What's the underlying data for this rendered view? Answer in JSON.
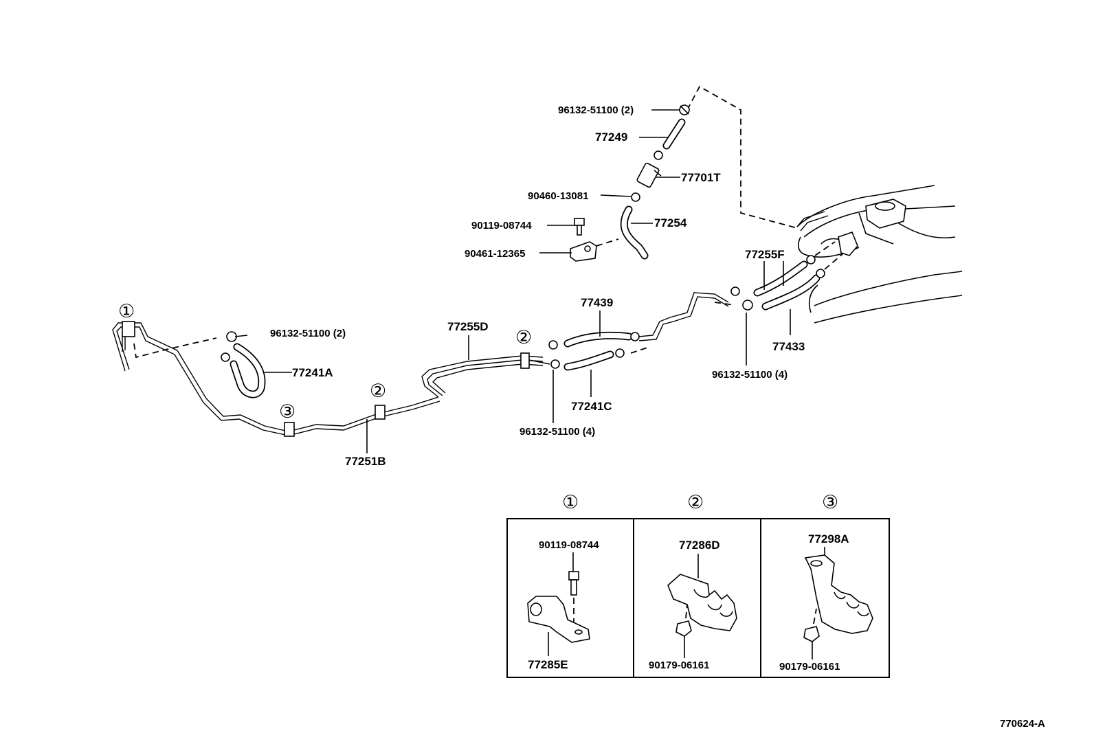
{
  "main": {
    "labels": {
      "clamp_top": "96132-51100 (2)",
      "hose_77249": "77249",
      "valve_77701T": "77701T",
      "clip_90460": "90460-13081",
      "hose_77254": "77254",
      "bolt_90119": "90119-08744",
      "bracket_90461": "90461-12365",
      "pipe_77255F": "77255F",
      "hose_77439": "77439",
      "hose_77433": "77433",
      "clamp_right": "96132-51100 (4)",
      "pipe_77255D": "77255D",
      "clamp_left": "96132-51100 (2)",
      "hose_77241A": "77241A",
      "hose_77241C": "77241C",
      "clamp_center": "96132-51100 (4)",
      "pipe_77251B": "77251B"
    },
    "callouts": {
      "c1": "①",
      "c2": "②",
      "c3": "③"
    }
  },
  "details": {
    "detail1": {
      "marker": "①",
      "bolt": "90119-08744",
      "clamp": "77285E"
    },
    "detail2": {
      "marker": "②",
      "clamp": "77286D",
      "nut": "90179-06161"
    },
    "detail3": {
      "marker": "③",
      "clamp": "77298A",
      "nut": "90179-06161"
    }
  },
  "footer": {
    "illustration_code": "770624-A"
  }
}
